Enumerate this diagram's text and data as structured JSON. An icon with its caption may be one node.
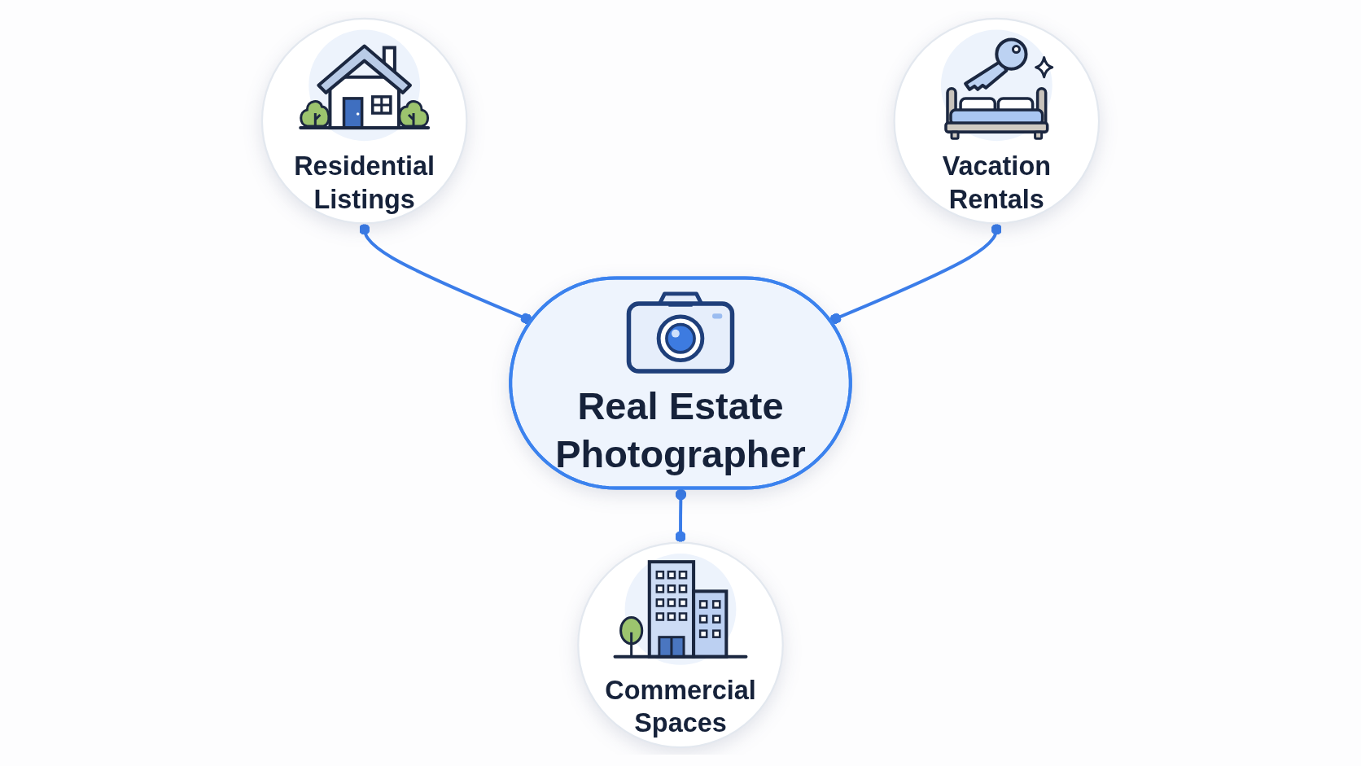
{
  "diagram": {
    "nodes": [
      {
        "text": [
          "Residential Listings"
        ]
      },
      {
        "text": [
          "Vacation Rentals"
        ]
      },
      {
        "text": [
          "Real Estate Photographer"
        ]
      },
      {
        "text": [
          "Commercial Spaces"
        ]
      }
    ],
    "edges": [
      {
        "from": 0,
        "to": 2,
        "arrow": "other"
      },
      {
        "from": 1,
        "to": 2,
        "arrow": "other"
      },
      {
        "from": 2,
        "to": 3,
        "arrow": "other"
      }
    ]
  }
}
